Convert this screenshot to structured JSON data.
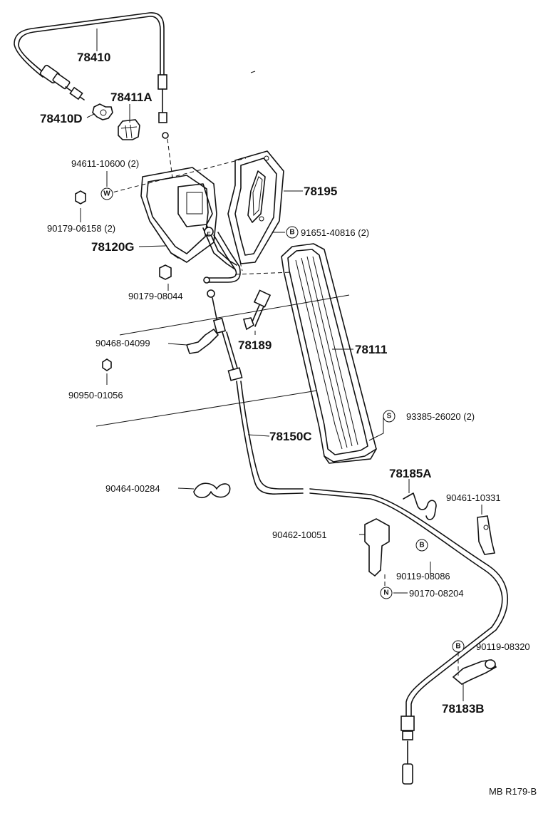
{
  "parts": {
    "p78410": "78410",
    "p78411A": "78411A",
    "p78410D": "78410D",
    "p94611": "94611-10600 (2)",
    "p90179_06158": "90179-06158 (2)",
    "p78120G": "78120G",
    "p78195": "78195",
    "p91651": "91651-40816 (2)",
    "p90179_08044": "90179-08044",
    "p90468": "90468-04099",
    "p78189": "78189",
    "p78111": "78111",
    "p90950": "90950-01056",
    "p78150C": "78150C",
    "p93385": "93385-26020 (2)",
    "p90464": "90464-00284",
    "p78185A": "78185A",
    "p90461": "90461-10331",
    "p90462": "90462-10051",
    "p90119_08086": "90119-08086",
    "p90170": "90170-08204",
    "p90119_08320": "90119-08320",
    "p78183B": "78183B"
  },
  "codes": {
    "w": "W",
    "b": "B",
    "s": "S",
    "n": "N"
  },
  "diagram_ref": "MB R179-B"
}
